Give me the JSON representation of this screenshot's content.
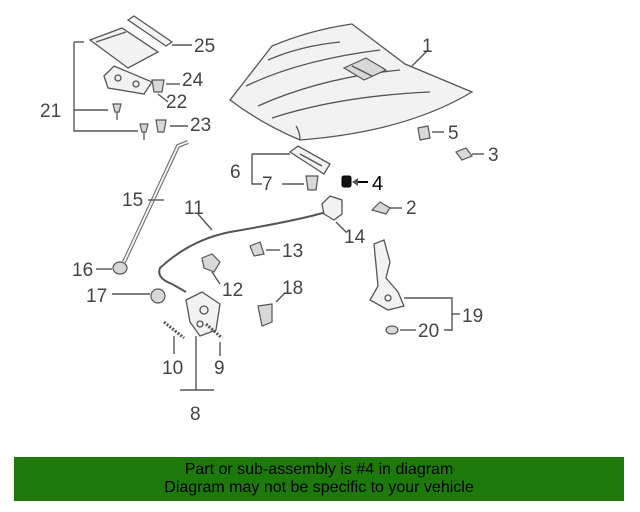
{
  "callouts": {
    "c1": "1",
    "c2": "2",
    "c3": "3",
    "c4": "4",
    "c5": "5",
    "c6": "6",
    "c7": "7",
    "c8": "8",
    "c9": "9",
    "c10": "10",
    "c11": "11",
    "c12": "12",
    "c13": "13",
    "c14": "14",
    "c15": "15",
    "c16": "16",
    "c17": "17",
    "c18": "18",
    "c19": "19",
    "c20": "20",
    "c21": "21",
    "c22": "22",
    "c23": "23",
    "c24": "24",
    "c25": "25"
  },
  "highlighted_part": "4",
  "banner": {
    "line1": "Part or sub-assembly is #4 in diagram",
    "line2": "Diagram may not be specific to your vehicle",
    "color": "#1d7a0a"
  }
}
